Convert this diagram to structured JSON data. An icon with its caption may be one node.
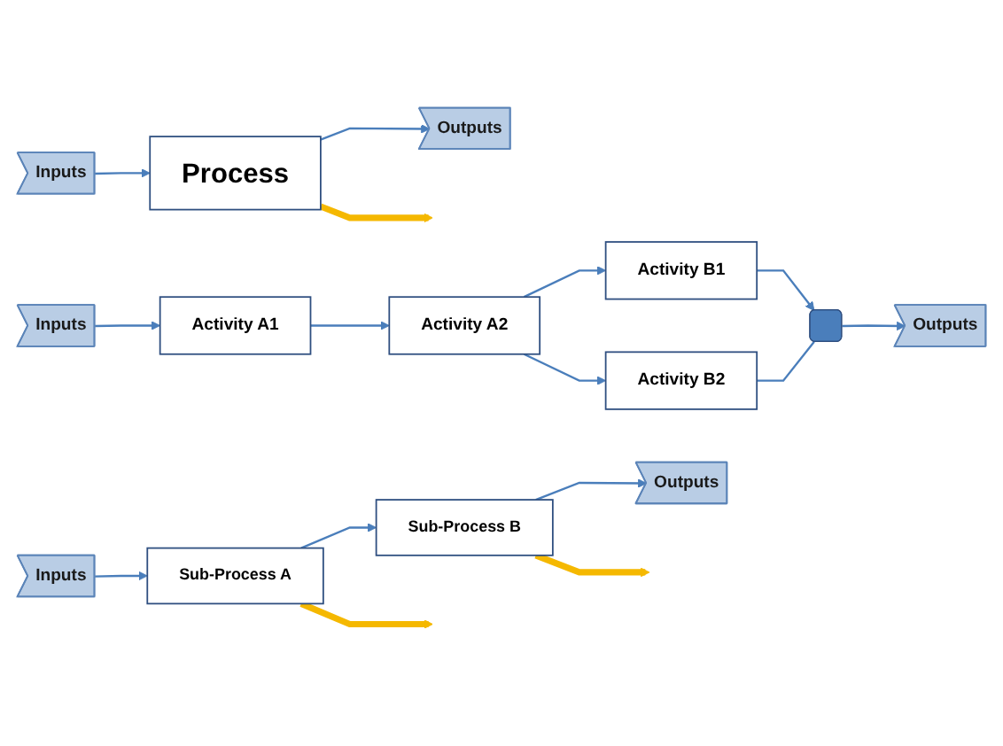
{
  "diagram": {
    "nodes": [
      {
        "text": [
          "Inputs"
        ]
      },
      {
        "text": [
          "Process"
        ]
      },
      {
        "text": [
          "Outputs"
        ]
      },
      {
        "text": [
          "Inputs"
        ]
      },
      {
        "text": [
          "Sub-Process A"
        ]
      },
      {
        "text": [
          "Sub-Process B"
        ]
      },
      {
        "text": [
          "Outputs"
        ]
      },
      {
        "text": [
          "Inputs"
        ]
      },
      {
        "text": [
          "Activity A1"
        ]
      },
      {
        "text": [
          "Activity A2"
        ]
      },
      {
        "text": [
          "Activity B1"
        ]
      },
      {
        "text": [
          "Activity B2"
        ]
      },
      {
        "text": [],
        "shape": "box"
      },
      {
        "text": [
          "Outputs"
        ]
      }
    ],
    "edges": [
      {
        "from": 0,
        "to": 1,
        "arrow": "to"
      },
      {
        "from": 1,
        "to": 2,
        "arrow": "to"
      },
      {
        "from": 1,
        "to": null,
        "arrow": "to",
        "style": "thick",
        "color": "#f5b800"
      },
      {
        "from": 3,
        "to": 4,
        "arrow": "to"
      },
      {
        "from": 4,
        "to": 5,
        "arrow": "to"
      },
      {
        "from": 5,
        "to": 6,
        "arrow": "to"
      },
      {
        "from": 4,
        "to": null,
        "arrow": "to",
        "style": "thick",
        "color": "#f5b800"
      },
      {
        "from": 5,
        "to": null,
        "arrow": "to",
        "style": "thick",
        "color": "#f5b800"
      },
      {
        "from": 7,
        "to": 8,
        "arrow": "to"
      },
      {
        "from": 8,
        "to": 9,
        "arrow": "to"
      },
      {
        "from": 9,
        "to": 10,
        "arrow": "to"
      },
      {
        "from": 9,
        "to": 11,
        "arrow": "to"
      },
      {
        "from": 10,
        "to": 12,
        "arrow": "to"
      },
      {
        "from": 11,
        "to": 12,
        "arrow": "none"
      },
      {
        "from": 12,
        "to": 13,
        "arrow": "to"
      }
    ]
  }
}
